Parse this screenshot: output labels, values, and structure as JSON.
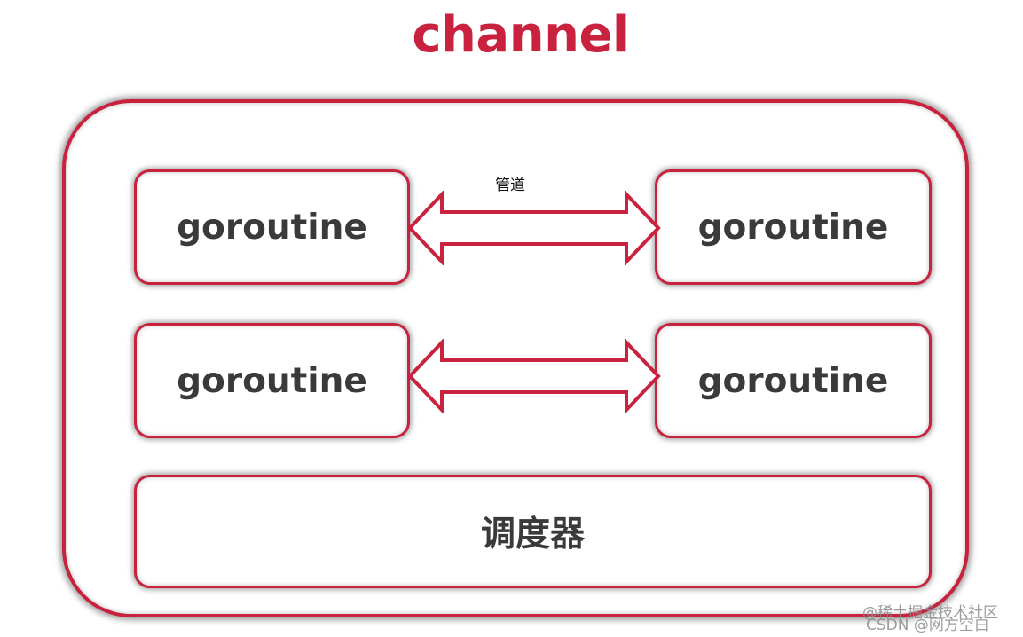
{
  "title": "channel",
  "colors": {
    "accent": "#c8223f",
    "text": "#3a3a3a",
    "background": "#ffffff"
  },
  "diagram": {
    "pipe_label": "管道",
    "goroutines": [
      "goroutine",
      "goroutine",
      "goroutine",
      "goroutine"
    ],
    "scheduler_label": "调度器"
  },
  "watermarks": [
    "@稀土掘金技术社区",
    "CSDN @网方空白"
  ]
}
